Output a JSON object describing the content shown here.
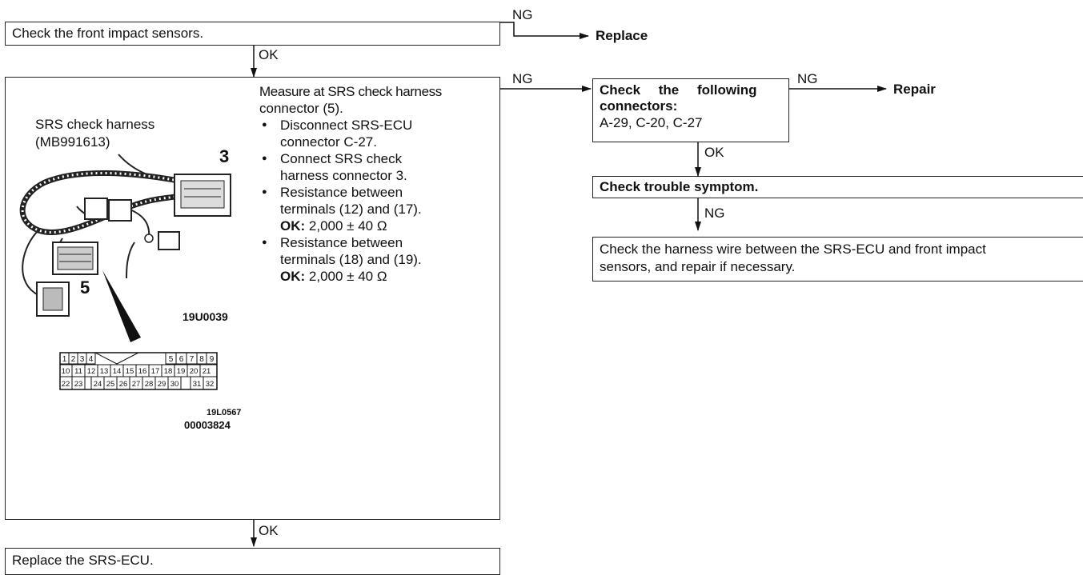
{
  "step1": {
    "text": "Check the front impact sensors."
  },
  "ng1": {
    "label": "NG",
    "action": "Replace"
  },
  "ok1": {
    "label": "OK"
  },
  "step2": {
    "figure": {
      "harness_label_line1": "SRS check harness",
      "harness_label_line2": "(MB991613)",
      "num3": "3",
      "num5": "5",
      "code1": "19U0039",
      "code2": "19L0567",
      "code3": "00003824",
      "connector_rows": [
        [
          "1",
          "2",
          "3",
          "4",
          "",
          "5",
          "6",
          "7",
          "8",
          "9"
        ],
        [
          "10",
          "11",
          "12",
          "13",
          "14",
          "15",
          "16",
          "17",
          "18",
          "19",
          "20",
          "21"
        ],
        [
          "22",
          "23",
          "",
          "24",
          "25",
          "26",
          "27",
          "28",
          "29",
          "30",
          "",
          "31",
          "32"
        ]
      ]
    },
    "instructions": {
      "title_line1": "Measure at SRS check harness",
      "title_line2": "connector (5).",
      "item1_line1": "Disconnect SRS-ECU",
      "item1_line2": "connector C-27.",
      "item2_line1": "Connect SRS check",
      "item2_line2": "harness connector 3.",
      "item3_line1": "Resistance between",
      "item3_line2": "terminals (12) and (17).",
      "item3_ok_label": "OK:",
      "item3_ok_value": "2,000 ± 40 Ω",
      "item4_line1": "Resistance between",
      "item4_line2": "terminals (18) and (19).",
      "item4_ok_label": "OK:",
      "item4_ok_value": "2,000 ± 40 Ω"
    }
  },
  "ng2": {
    "label": "NG"
  },
  "step3": {
    "line1": "Check the following",
    "line2": "connectors:",
    "line3": "A-29, C-20, C-27"
  },
  "ng3": {
    "label": "NG",
    "action": "Repair"
  },
  "ok3": {
    "label": "OK"
  },
  "step4": {
    "text": "Check trouble symptom."
  },
  "ng4": {
    "label": "NG"
  },
  "step5": {
    "line1": "Check the harness wire between the SRS-ECU and front impact",
    "line2": "sensors, and repair if necessary."
  },
  "ok2": {
    "label": "OK"
  },
  "step6": {
    "text": "Replace the SRS-ECU."
  }
}
